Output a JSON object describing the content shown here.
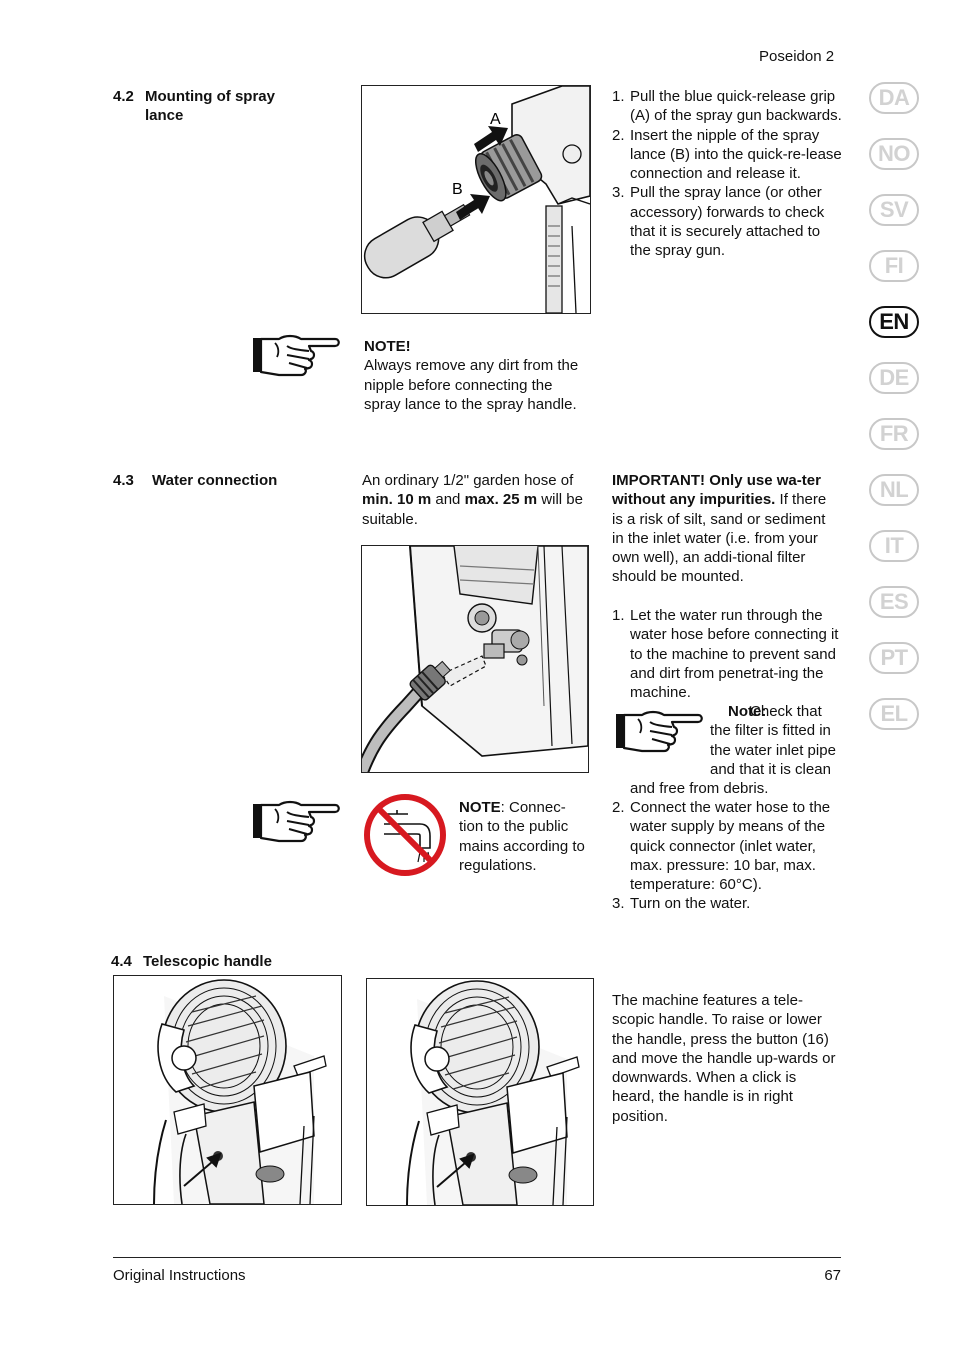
{
  "header": {
    "product": "Poseidon 2"
  },
  "languages": [
    {
      "code": "DA",
      "active": false
    },
    {
      "code": "NO",
      "active": false
    },
    {
      "code": "SV",
      "active": false
    },
    {
      "code": "FI",
      "active": false
    },
    {
      "code": "EN",
      "active": true
    },
    {
      "code": "DE",
      "active": false
    },
    {
      "code": "FR",
      "active": false
    },
    {
      "code": "NL",
      "active": false
    },
    {
      "code": "IT",
      "active": false
    },
    {
      "code": "ES",
      "active": false
    },
    {
      "code": "PT",
      "active": false
    },
    {
      "code": "EL",
      "active": false
    }
  ],
  "s42": {
    "number": "4.2",
    "title_line1": "Mounting of spray",
    "title_line2": "lance",
    "label_a": "A",
    "label_b": "B",
    "steps": [
      {
        "num": "1.",
        "text": "Pull the blue quick-release grip (A) of the spray gun backwards."
      },
      {
        "num": "2.",
        "text": "Insert the nipple of the spray lance (B) into the quick-re-lease connection and release it."
      },
      {
        "num": "3.",
        "text": "Pull the spray lance (or other accessory) forwards to check that it is securely attached to the spray gun."
      }
    ],
    "note_title": "NOTE!",
    "note_text": "Always remove any dirt from the nipple before connecting the spray lance to the spray handle."
  },
  "s43": {
    "number": "4.3",
    "title": "Water connection",
    "intro_a": "An ordinary 1/2\" garden hose of ",
    "intro_b": "min. 10 m",
    "intro_c": " and ",
    "intro_d": "max. 25 m",
    "intro_e": " will be suitable.",
    "important_bold": "IMPORTANT! Only use wa-ter without any impurities.",
    "important_rest": " If there is a risk of silt, sand or sediment in the inlet water (i.e. from your own well), an addi-tional filter should be mounted.",
    "step1_num": "1.",
    "step1_text": "Let the water run through the water hose before connecting it to the machine to prevent sand and dirt from penetrat-ing the machine.",
    "filter_note_bold": "Note:",
    "filter_note_text": " Check that the filter is fitted in the water inlet pipe and that it is clean and free from debris.",
    "step2_num": "2.",
    "step2_text": "Connect the water hose to the water supply by means of the quick connector (inlet water, max. pressure: 10 bar, max. temperature: 60°C).",
    "step3_num": "3.",
    "step3_text": "Turn on the water.",
    "mains_note_bold": "NOTE",
    "mains_note_text": ": Connec-tion to the public mains according to regulations."
  },
  "s44": {
    "number": "4.4",
    "title": "Telescopic handle",
    "text": "The machine features a tele-scopic handle. To raise or lower the handle, press the button (16) and move the handle up-wards or downwards. When a click is heard, the handle is in right position."
  },
  "footer": {
    "left": "Original Instructions",
    "page": "67"
  }
}
